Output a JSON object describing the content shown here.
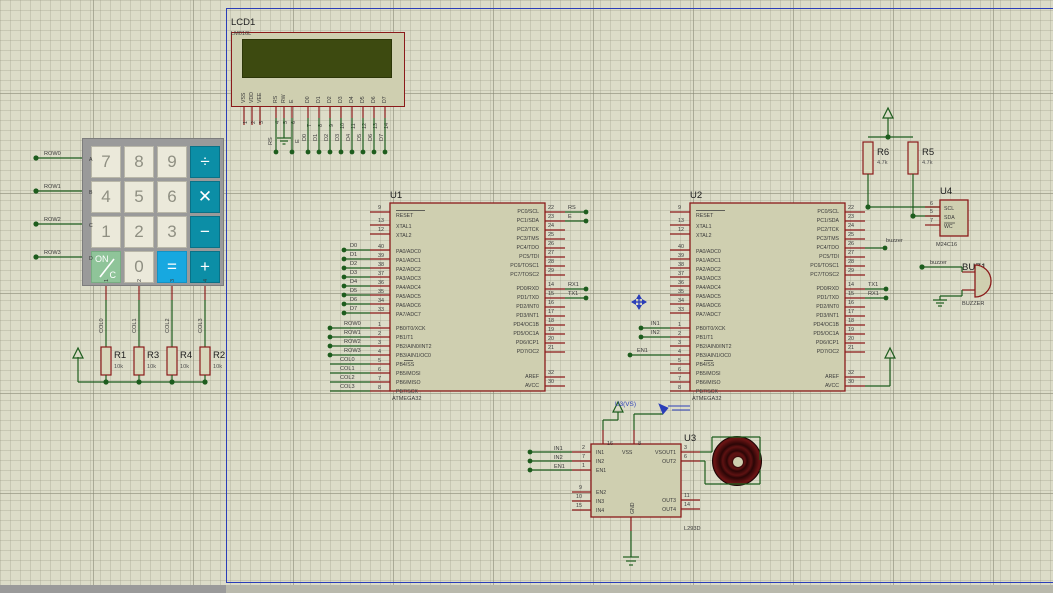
{
  "app": {
    "title": "Proteus ISIS Schematic Capture",
    "sheet_border_color": "#2b3eb8",
    "wire_color": "#1d5c1d",
    "pin_color": "#8b1a1a",
    "ic_fill": "#cfcfb0",
    "grid_bg": "#dcdcc8"
  },
  "lcd": {
    "ref": "LCD1",
    "part": "LM016L",
    "pins_top": [
      "VSS",
      "VDD",
      "VEE",
      "RS",
      "RW",
      "E",
      "D0",
      "D1",
      "D2",
      "D3",
      "D4",
      "D5",
      "D6",
      "D7"
    ],
    "pin_numbers": [
      "1",
      "2",
      "3",
      "4",
      "5",
      "6",
      "7",
      "8",
      "9",
      "10",
      "11",
      "12",
      "13",
      "14"
    ],
    "net_rs": "RS",
    "net_e": "E",
    "data_nets": [
      "D0",
      "D1",
      "D2",
      "D3",
      "D4",
      "D5",
      "D6",
      "D7"
    ]
  },
  "keypad": {
    "row_labels": [
      "A",
      "B",
      "C",
      "D"
    ],
    "row_nets": [
      "ROW0",
      "ROW1",
      "ROW2",
      "ROW3"
    ],
    "col_pin_numbers": [
      "1",
      "2",
      "3",
      "4"
    ],
    "col_nets": [
      "COL0",
      "COL1",
      "COL2",
      "COL3"
    ],
    "keys": [
      {
        "label": "7",
        "type": "num"
      },
      {
        "label": "8",
        "type": "num"
      },
      {
        "label": "9",
        "type": "num"
      },
      {
        "label": "÷",
        "type": "op"
      },
      {
        "label": "4",
        "type": "num"
      },
      {
        "label": "5",
        "type": "num"
      },
      {
        "label": "6",
        "type": "num"
      },
      {
        "label": "✕",
        "type": "op"
      },
      {
        "label": "1",
        "type": "num"
      },
      {
        "label": "2",
        "type": "num"
      },
      {
        "label": "3",
        "type": "num"
      },
      {
        "label": "−",
        "type": "op"
      },
      {
        "label": "ON/C",
        "type": "onc"
      },
      {
        "label": "0",
        "type": "num"
      },
      {
        "label": "=",
        "type": "eq"
      },
      {
        "label": "+",
        "type": "op"
      }
    ],
    "onc_top": "ON",
    "onc_bottom": "C"
  },
  "resistors_pulldown": [
    {
      "ref": "R1",
      "value": "10k",
      "net": "COL0"
    },
    {
      "ref": "R3",
      "value": "10k",
      "net": "COL1"
    },
    {
      "ref": "R4",
      "value": "10k",
      "net": "COL2"
    },
    {
      "ref": "R2",
      "value": "10k",
      "net": "COL3"
    }
  ],
  "resistors_pullup": [
    {
      "ref": "R6",
      "value": "4.7k"
    },
    {
      "ref": "R5",
      "value": "4.7k"
    }
  ],
  "u1": {
    "ref": "U1",
    "part": "ATMEGA32",
    "left_pins": [
      {
        "name": "RESET",
        "num": "9",
        "net": ""
      },
      {
        "name": "XTAL1",
        "num": "13",
        "net": ""
      },
      {
        "name": "XTAL2",
        "num": "12",
        "net": ""
      },
      {
        "name": "PA0/ADC0",
        "num": "40",
        "net": "D0"
      },
      {
        "name": "PA1/ADC1",
        "num": "39",
        "net": "D1"
      },
      {
        "name": "PA2/ADC2",
        "num": "38",
        "net": "D2"
      },
      {
        "name": "PA3/ADC3",
        "num": "37",
        "net": "D3"
      },
      {
        "name": "PA4/ADC4",
        "num": "36",
        "net": "D4"
      },
      {
        "name": "PA5/ADC5",
        "num": "35",
        "net": "D5"
      },
      {
        "name": "PA6/ADC6",
        "num": "34",
        "net": "D6"
      },
      {
        "name": "PA7/ADC7",
        "num": "33",
        "net": "D7"
      },
      {
        "name": "PB0/T0/XCK",
        "num": "1",
        "net": "ROW0"
      },
      {
        "name": "PB1/T1",
        "num": "2",
        "net": "ROW1"
      },
      {
        "name": "PB2/AIN0/INT2",
        "num": "3",
        "net": "ROW2"
      },
      {
        "name": "PB3/AIN1/OC0",
        "num": "4",
        "net": "ROW3"
      },
      {
        "name": "PB4/SS",
        "num": "5",
        "net": "COL0"
      },
      {
        "name": "PB5/MOSI",
        "num": "6",
        "net": "COL1"
      },
      {
        "name": "PB6/MISO",
        "num": "7",
        "net": "COL2"
      },
      {
        "name": "PB7/SCK",
        "num": "8",
        "net": "COL3"
      }
    ],
    "right_pins": [
      {
        "name": "PC0/SCL",
        "num": "22",
        "net": "RS"
      },
      {
        "name": "PC1/SDA",
        "num": "23",
        "net": "E"
      },
      {
        "name": "PC2/TCK",
        "num": "24",
        "net": ""
      },
      {
        "name": "PC3/TMS",
        "num": "25",
        "net": ""
      },
      {
        "name": "PC4/TDO",
        "num": "26",
        "net": ""
      },
      {
        "name": "PC5/TDI",
        "num": "27",
        "net": ""
      },
      {
        "name": "PC6/TOSC1",
        "num": "28",
        "net": ""
      },
      {
        "name": "PC7/TOSC2",
        "num": "29",
        "net": ""
      },
      {
        "name": "PD0/RXD",
        "num": "14",
        "net": "RX1"
      },
      {
        "name": "PD1/TXD",
        "num": "15",
        "net": "TX1"
      },
      {
        "name": "PD2/INT0",
        "num": "16",
        "net": ""
      },
      {
        "name": "PD3/INT1",
        "num": "17",
        "net": ""
      },
      {
        "name": "PD4/OC1B",
        "num": "18",
        "net": ""
      },
      {
        "name": "PD5/OC1A",
        "num": "19",
        "net": ""
      },
      {
        "name": "PD6/ICP1",
        "num": "20",
        "net": ""
      },
      {
        "name": "PD7/OC2",
        "num": "21",
        "net": ""
      },
      {
        "name": "AREF",
        "num": "32",
        "net": ""
      },
      {
        "name": "AVCC",
        "num": "30",
        "net": ""
      }
    ]
  },
  "u2": {
    "ref": "U2",
    "part": "ATMEGA32",
    "left_pins": [
      {
        "name": "RESET",
        "num": "9",
        "net": ""
      },
      {
        "name": "XTAL1",
        "num": "13",
        "net": ""
      },
      {
        "name": "XTAL2",
        "num": "12",
        "net": ""
      },
      {
        "name": "PA0/ADC0",
        "num": "40",
        "net": ""
      },
      {
        "name": "PA1/ADC1",
        "num": "39",
        "net": ""
      },
      {
        "name": "PA2/ADC2",
        "num": "38",
        "net": ""
      },
      {
        "name": "PA3/ADC3",
        "num": "37",
        "net": ""
      },
      {
        "name": "PA4/ADC4",
        "num": "36",
        "net": ""
      },
      {
        "name": "PA5/ADC5",
        "num": "35",
        "net": ""
      },
      {
        "name": "PA6/ADC6",
        "num": "34",
        "net": ""
      },
      {
        "name": "PA7/ADC7",
        "num": "33",
        "net": ""
      },
      {
        "name": "PB0/T0/XCK",
        "num": "1",
        "net": "IN1"
      },
      {
        "name": "PB1/T1",
        "num": "2",
        "net": "IN2"
      },
      {
        "name": "PB2/AIN0/INT2",
        "num": "3",
        "net": ""
      },
      {
        "name": "PB3/AIN1/OC0",
        "num": "4",
        "net": "EN1"
      },
      {
        "name": "PB4/SS",
        "num": "5",
        "net": ""
      },
      {
        "name": "PB5/MOSI",
        "num": "6",
        "net": ""
      },
      {
        "name": "PB6/MISO",
        "num": "7",
        "net": ""
      },
      {
        "name": "PB7/SCK",
        "num": "8",
        "net": ""
      }
    ],
    "right_pins": [
      {
        "name": "PC0/SCL",
        "num": "22",
        "net": ""
      },
      {
        "name": "PC1/SDA",
        "num": "23",
        "net": ""
      },
      {
        "name": "PC2/TCK",
        "num": "24",
        "net": ""
      },
      {
        "name": "PC3/TMS",
        "num": "25",
        "net": ""
      },
      {
        "name": "PC4/TDO",
        "num": "26",
        "net": "buzzer"
      },
      {
        "name": "PC5/TDI",
        "num": "27",
        "net": ""
      },
      {
        "name": "PC6/TOSC1",
        "num": "28",
        "net": ""
      },
      {
        "name": "PC7/TOSC2",
        "num": "29",
        "net": ""
      },
      {
        "name": "PD0/RXD",
        "num": "14",
        "net": "TX1"
      },
      {
        "name": "PD1/TXD",
        "num": "15",
        "net": "RX1"
      },
      {
        "name": "PD2/INT0",
        "num": "16",
        "net": ""
      },
      {
        "name": "PD3/INT1",
        "num": "17",
        "net": ""
      },
      {
        "name": "PD4/OC1B",
        "num": "18",
        "net": ""
      },
      {
        "name": "PD5/OC1A",
        "num": "19",
        "net": ""
      },
      {
        "name": "PD6/ICP1",
        "num": "20",
        "net": ""
      },
      {
        "name": "PD7/OC2",
        "num": "21",
        "net": ""
      },
      {
        "name": "AREF",
        "num": "32",
        "net": ""
      },
      {
        "name": "AVCC",
        "num": "30",
        "net": ""
      }
    ]
  },
  "u4": {
    "ref": "U4",
    "part": "M24C16",
    "pins": [
      {
        "name": "SCL",
        "num": "6"
      },
      {
        "name": "SDA",
        "num": "5"
      },
      {
        "name": "WC",
        "num": "7"
      }
    ]
  },
  "buzzer": {
    "ref": "BUZ1",
    "part": "BUZZER",
    "net": "buzzer"
  },
  "u3_driver": {
    "ref": "U3",
    "part": "L293D",
    "left_pins": [
      {
        "name": "IN1",
        "num": "2",
        "net": "IN1"
      },
      {
        "name": "IN2",
        "num": "7",
        "net": "IN2"
      },
      {
        "name": "EN1",
        "num": "1",
        "net": "EN1"
      },
      {
        "name": "EN2",
        "num": "9",
        "net": ""
      },
      {
        "name": "IN3",
        "num": "10",
        "net": ""
      },
      {
        "name": "IN4",
        "num": "15",
        "net": ""
      }
    ],
    "right_pins": [
      {
        "name": "OUT1",
        "num": "3"
      },
      {
        "name": "OUT2",
        "num": "6"
      },
      {
        "name": "OUT3",
        "num": "11"
      },
      {
        "name": "OUT4",
        "num": "14"
      }
    ],
    "top_pins": [
      {
        "name": "VSS",
        "num": "16"
      },
      {
        "name": "VS",
        "num": "8"
      }
    ],
    "bottom_pin": {
      "name": "GND"
    }
  },
  "motor": {
    "ref": "U3",
    "probe_label": "U3(VS)"
  }
}
